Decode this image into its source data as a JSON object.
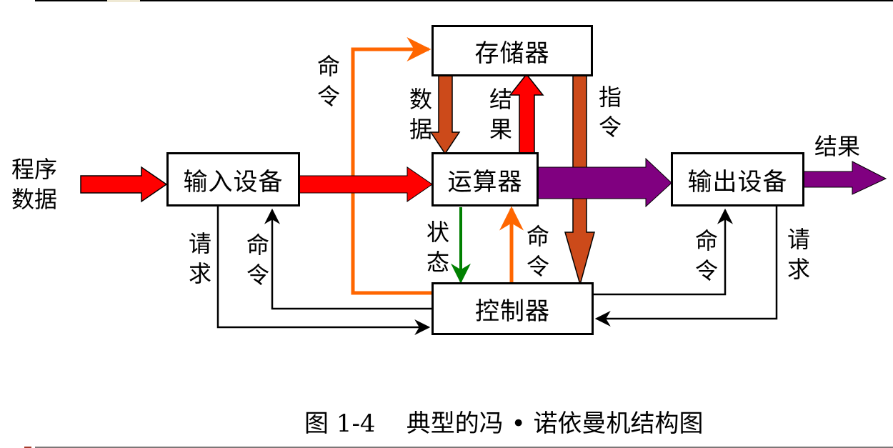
{
  "diagram": {
    "title": "典型的冯·诺依曼机结构图",
    "nodes": {
      "memory": "存储器",
      "input_device": "输入设备",
      "alu": "运算器",
      "output_device": "输出设备",
      "controller": "控制器"
    },
    "labels": {
      "program_data": "程序\n数据",
      "cmd_to_memory": "命令",
      "data": "数据",
      "result_up": "结果",
      "instruction": "指令",
      "result_out": "结果",
      "status": "状态",
      "cmd_to_alu": "命令",
      "input_request": "请求",
      "input_command": "命令",
      "output_command": "命令",
      "output_request": "请求"
    },
    "edges": [
      {
        "from": "program_data",
        "to": "input_device",
        "label": "",
        "color": "#ff0000"
      },
      {
        "from": "input_device",
        "to": "alu",
        "label": "",
        "color": "#ff0000"
      },
      {
        "from": "memory",
        "to": "alu",
        "label": "数据",
        "color": "#cc4a1a"
      },
      {
        "from": "alu",
        "to": "memory",
        "label": "结果",
        "color": "#ff0000"
      },
      {
        "from": "memory",
        "to": "controller",
        "label": "指令",
        "color": "#cc4a1a"
      },
      {
        "from": "alu",
        "to": "output_device",
        "label": "",
        "color": "#800080"
      },
      {
        "from": "output_device",
        "to": "external",
        "label": "结果",
        "color": "#800080"
      },
      {
        "from": "controller",
        "to": "memory",
        "label": "命令",
        "color": "#ff6600"
      },
      {
        "from": "alu",
        "to": "controller",
        "label": "状态",
        "color": "#008000"
      },
      {
        "from": "controller",
        "to": "alu",
        "label": "命令",
        "color": "#ff6600"
      },
      {
        "from": "input_device",
        "to": "controller",
        "label": "请求",
        "color": "#000000"
      },
      {
        "from": "controller",
        "to": "input_device",
        "label": "命令",
        "color": "#000000"
      },
      {
        "from": "controller",
        "to": "output_device",
        "label": "命令",
        "color": "#000000"
      },
      {
        "from": "output_device",
        "to": "controller",
        "label": "请求",
        "color": "#000000"
      }
    ]
  },
  "caption": {
    "number": "图 1-4",
    "text": "典型的冯 • 诺依曼机结构图"
  },
  "colors": {
    "data_flow": "#ff0000",
    "memory_flow": "#cc4a1a",
    "output_flow": "#800080",
    "control": "#ff6600",
    "status": "#008000",
    "signal": "#000000"
  }
}
